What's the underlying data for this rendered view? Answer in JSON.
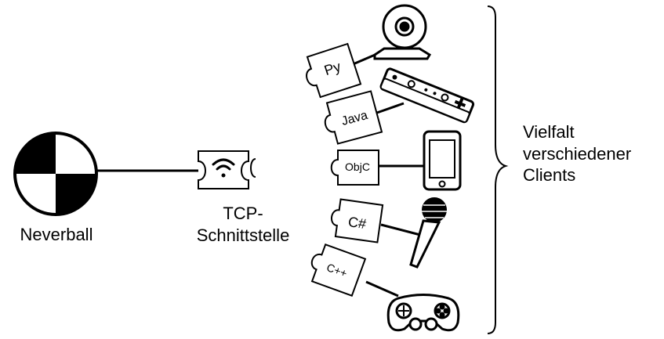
{
  "neverball": {
    "label": "Neverball"
  },
  "interface": {
    "line1": "TCP-",
    "line2": "Schnittstelle"
  },
  "clients_label": {
    "line1": "Vielfalt",
    "line2": "verschiedener",
    "line3": "Clients"
  },
  "clients": [
    {
      "language": "Py",
      "device": "webcam-icon"
    },
    {
      "language": "Java",
      "device": "wii-remote-icon"
    },
    {
      "language": "ObjC",
      "device": "tablet-icon"
    },
    {
      "language": "C#",
      "device": "microphone-icon"
    },
    {
      "language": "C++",
      "device": "gamepad-icon"
    }
  ],
  "colors": {
    "stroke": "#000000",
    "fill": "#ffffff"
  }
}
